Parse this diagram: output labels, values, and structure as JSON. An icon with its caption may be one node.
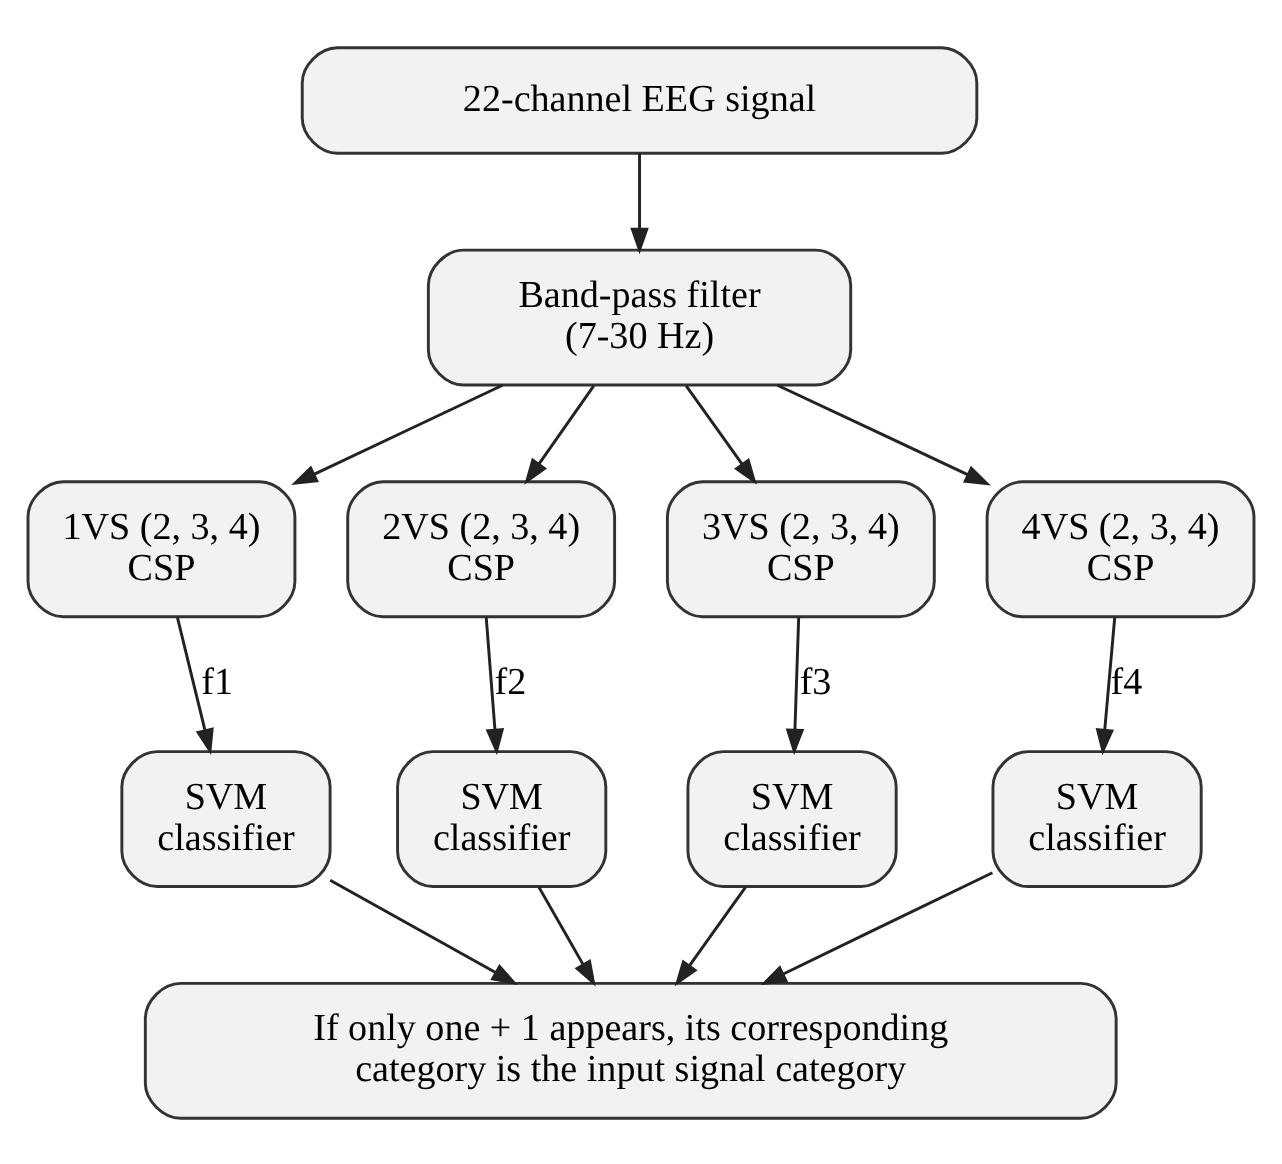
{
  "diagram": {
    "nodes": [
      {
        "text": [
          "22-channel EEG signal"
        ]
      },
      {
        "text": [
          "Band-pass filter (7-30 Hz)"
        ]
      },
      {
        "text": [
          "1VS (2, 3, 4) CSP"
        ]
      },
      {
        "text": [
          "2VS (2, 3, 4) CSP"
        ]
      },
      {
        "text": [
          "3VS (2, 3, 4) CSP"
        ]
      },
      {
        "text": [
          "4VS (2, 3, 4) CSP"
        ]
      },
      {
        "text": [
          "SVM classifier"
        ]
      },
      {
        "text": [
          "SVM classifier"
        ]
      },
      {
        "text": [
          "SVM classifier"
        ]
      },
      {
        "text": [
          "SVM classifier"
        ]
      },
      {
        "text": [
          "If only one + 1 appears, its corresponding category is the input signal category"
        ]
      }
    ],
    "edges": [
      {
        "from": 0,
        "to": 1,
        "arrow": "to"
      },
      {
        "from": 1,
        "to": 2,
        "arrow": "to"
      },
      {
        "from": 1,
        "to": 3,
        "arrow": "to"
      },
      {
        "from": 1,
        "to": 4,
        "arrow": "to"
      },
      {
        "from": 1,
        "to": 5,
        "arrow": "to"
      },
      {
        "from": 2,
        "to": 6,
        "arrow": "to",
        "label": "f1"
      },
      {
        "from": 3,
        "to": 7,
        "arrow": "to",
        "label": "f2"
      },
      {
        "from": 4,
        "to": 8,
        "arrow": "to",
        "label": "f3"
      },
      {
        "from": 5,
        "to": 9,
        "arrow": "to",
        "label": "f4"
      },
      {
        "from": 6,
        "to": 10,
        "arrow": "to"
      },
      {
        "from": 7,
        "to": 10,
        "arrow": "to"
      },
      {
        "from": 8,
        "to": 10,
        "arrow": "to"
      },
      {
        "from": 9,
        "to": 10,
        "arrow": "to"
      }
    ]
  }
}
